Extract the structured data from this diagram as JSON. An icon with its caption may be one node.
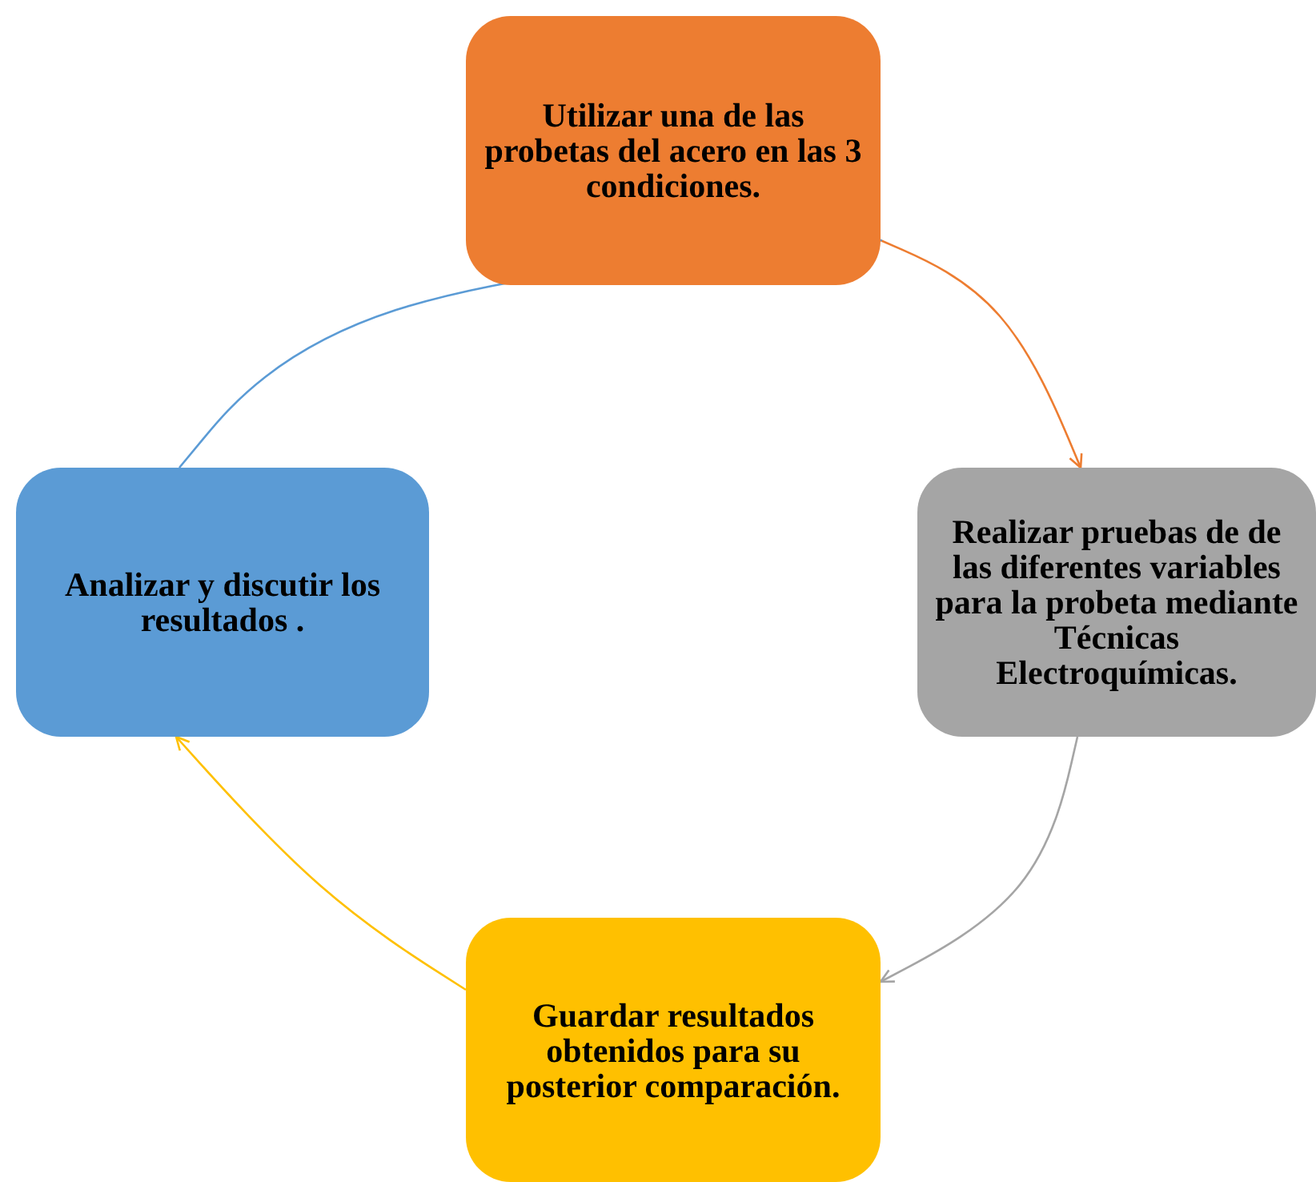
{
  "diagram": {
    "nodes": [
      {
        "text": [
          "Utilizar una de las probetas del acero en las 3 condiciones."
        ]
      },
      {
        "text": [
          "Realizar pruebas de de las diferentes variables para la probeta mediante Técnicas Electroquímicas."
        ]
      },
      {
        "text": [
          "Guardar resultados obtenidos para su posterior comparación."
        ]
      },
      {
        "text": [
          "Analizar y discutir los resultados ."
        ]
      }
    ],
    "edges": [
      {
        "from": 0,
        "to": 1,
        "arrow": "to",
        "color": "#ed7d31"
      },
      {
        "from": 1,
        "to": 2,
        "arrow": "to",
        "color": "#a5a5a5"
      },
      {
        "from": 2,
        "to": 3,
        "arrow": "to",
        "color": "#ffc000"
      },
      {
        "from": 3,
        "to": 0,
        "arrow": "to",
        "color": "#5b9bd5"
      }
    ]
  }
}
